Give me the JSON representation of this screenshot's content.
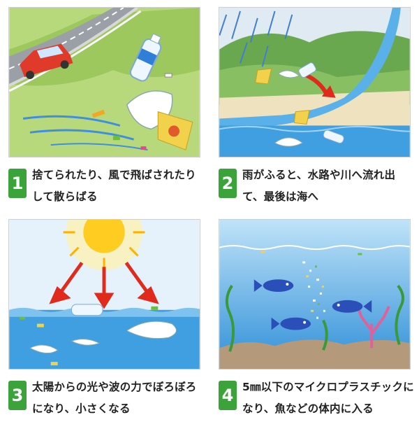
{
  "steps": [
    {
      "number": "1",
      "text": "捨てられたり、風で飛ばされたりして散らばる"
    },
    {
      "number": "2",
      "text": "雨がふると、水路や川へ流れ出て、最後は海へ"
    },
    {
      "number": "3",
      "text": "太陽からの光や波の力でぼろぼろになり、小さくなる"
    },
    {
      "number": "4",
      "text": "5㎜以下のマイクロプラスチックになり、魚などの体内に入る"
    }
  ],
  "colors": {
    "badge": "#3aa33a",
    "grass": "#a8cf6a",
    "water": "#3f9fe0",
    "arrow": "#e02a1c",
    "sun": "#ffcc22"
  }
}
